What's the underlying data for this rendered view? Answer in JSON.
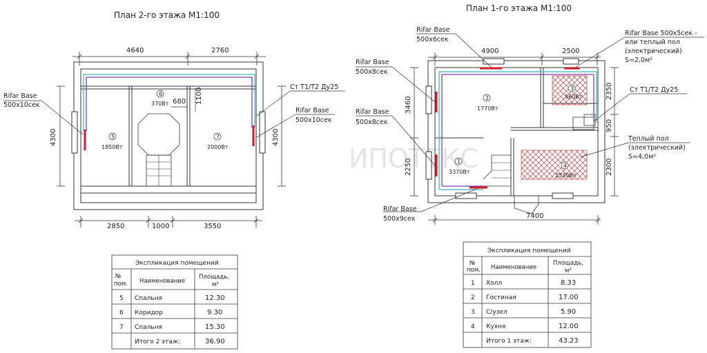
{
  "watermark": "ИПОТЕКС",
  "plan2": {
    "title": "План 2-го этажа М1:100",
    "dims_top": [
      "4640",
      "2760"
    ],
    "dims_bottom": [
      "2850",
      "1000",
      "3550"
    ],
    "dim_left": "4300",
    "dim_right": "4300",
    "dims_inner": [
      "680",
      "1100"
    ],
    "rooms": [
      {
        "num": "5",
        "power": "1850Вт"
      },
      {
        "num": "6",
        "power": "370Вт"
      },
      {
        "num": "7",
        "power": "2000Вт"
      }
    ],
    "callout_left": [
      "Rifar Base",
      "500x10сек"
    ],
    "callout_riser": "Ст Т1/Т2 Ду25",
    "callout_right": [
      "Rifar Base",
      "500x10сек"
    ],
    "table": {
      "title": "Экспликация помещений",
      "headers": [
        "№ пом.",
        "Наименование",
        "Площадь, м²"
      ],
      "rows": [
        {
          "num": "5",
          "name": "Спальня",
          "area": "12.30"
        },
        {
          "num": "6",
          "name": "Коридор",
          "area": "9.30"
        },
        {
          "num": "7",
          "name": "Спальня",
          "area": "15.30"
        }
      ],
      "total_label": "Итого 2 этаж:",
      "total_value": "36.90"
    }
  },
  "plan1": {
    "title": "План 1-го этажа М1:100",
    "dims_top": [
      "4900",
      "2500"
    ],
    "dim_bottom": "7400",
    "dims_left": [
      "3460",
      "2250"
    ],
    "dims_right": [
      "2350",
      "950",
      "2300"
    ],
    "rooms": [
      {
        "num": "1",
        "power": "3370Вт"
      },
      {
        "num": "2",
        "power": "1770Вт"
      },
      {
        "num": "3",
        "power": "560Вт"
      },
      {
        "num": "4",
        "power": "2530Вт"
      }
    ],
    "callout_top": [
      "Rifar Base",
      "500x6сек"
    ],
    "callout_left1": [
      "Rifar Base",
      "500x8сек"
    ],
    "callout_left2": [
      "Rifar Base",
      "500x8сек"
    ],
    "callout_bottom": [
      "Rifar Base",
      "500x9сек"
    ],
    "callout_topright": [
      "Rifar Base 500x5сек -",
      "или теплый пол",
      "(электрический)",
      "S=2,0м²"
    ],
    "callout_riser": "Ст Т1/Т2 Ду25",
    "callout_floor": [
      "Теплый пол",
      "(электрический)",
      "S=4,0м²"
    ],
    "table": {
      "title": "Экспликация помещений",
      "headers": [
        "№ пом.",
        "Наименование",
        "Площадь, м²"
      ],
      "rows": [
        {
          "num": "1",
          "name": "Холл",
          "area": "8.33"
        },
        {
          "num": "2",
          "name": "Гостиная",
          "area": "17.00"
        },
        {
          "num": "3",
          "name": "С/узел",
          "area": "5.90"
        },
        {
          "num": "4",
          "name": "Кухня",
          "area": "12.00"
        }
      ],
      "total_label": "Итого 1 этаж:",
      "total_value": "43.23"
    }
  },
  "colors": {
    "wall": "#333333",
    "pipe_supply": "#7a3fb0",
    "pipe_return": "#3fb6c8",
    "radiator": "#d11a2a",
    "heated_floor": "#c45a5a"
  }
}
